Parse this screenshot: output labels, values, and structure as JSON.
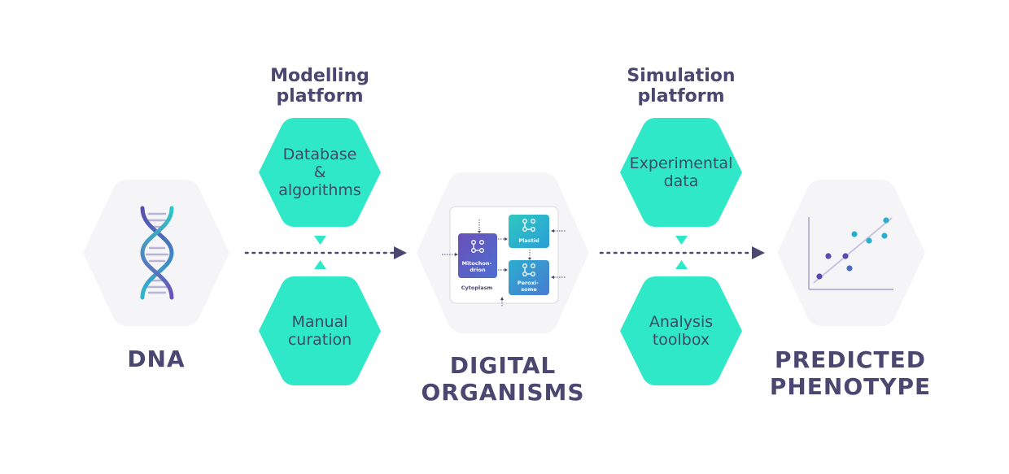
{
  "stages": {
    "dna": {
      "label": "DNA"
    },
    "digital_organisms": {
      "label": "DIGITAL\nORGANISMS"
    },
    "predicted_phenotype": {
      "label": "PREDICTED\nPHENOTYPE"
    }
  },
  "modelling_platform": {
    "title": "Modelling\nplatform",
    "top_hex": "Database\n&\nalgorithms",
    "bottom_hex": "Manual\ncuration"
  },
  "simulation_platform": {
    "title": "Simulation\nplatform",
    "top_hex": "Experimental\ndata",
    "bottom_hex": "Analysis\ntoolbox"
  },
  "cell_diagram": {
    "mitochondrion": "Mitochon-\ndrion",
    "plastid": "Plastid",
    "peroxisome": "Peroxi-\nsome",
    "cytoplasm": "Cytoplasm"
  },
  "colors": {
    "accent_teal": "#2ee8c7",
    "arrow": "#4a4770",
    "pale_hex": "#f4f4f6",
    "purple": "#6a50b8",
    "blue_teal": "#2aaed0"
  },
  "icons": [
    "dna-helix-icon",
    "cell-network-icon",
    "scatter-plot-icon"
  ]
}
